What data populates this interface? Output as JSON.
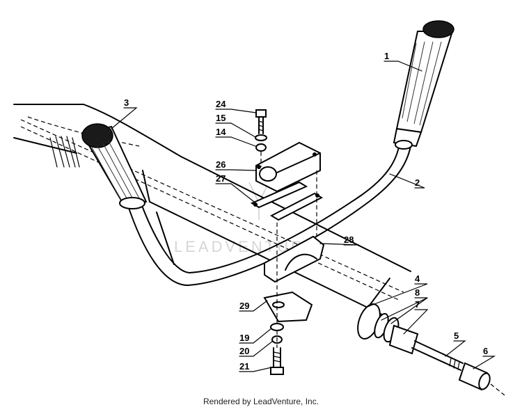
{
  "diagram": {
    "footer": "Rendered by LeadVenture, Inc.",
    "watermark": "LEADVENTURE",
    "callouts": [
      {
        "id": "1",
        "label": "1"
      },
      {
        "id": "2",
        "label": "2"
      },
      {
        "id": "3",
        "label": "3"
      },
      {
        "id": "4",
        "label": "4"
      },
      {
        "id": "5",
        "label": "5"
      },
      {
        "id": "6",
        "label": "6"
      },
      {
        "id": "7",
        "label": "7"
      },
      {
        "id": "8",
        "label": "8"
      },
      {
        "id": "14",
        "label": "14"
      },
      {
        "id": "15",
        "label": "15"
      },
      {
        "id": "19",
        "label": "19"
      },
      {
        "id": "20",
        "label": "20"
      },
      {
        "id": "21",
        "label": "21"
      },
      {
        "id": "24",
        "label": "24"
      },
      {
        "id": "26",
        "label": "26"
      },
      {
        "id": "27",
        "label": "27"
      },
      {
        "id": "28",
        "label": "28"
      },
      {
        "id": "29",
        "label": "29"
      }
    ]
  }
}
